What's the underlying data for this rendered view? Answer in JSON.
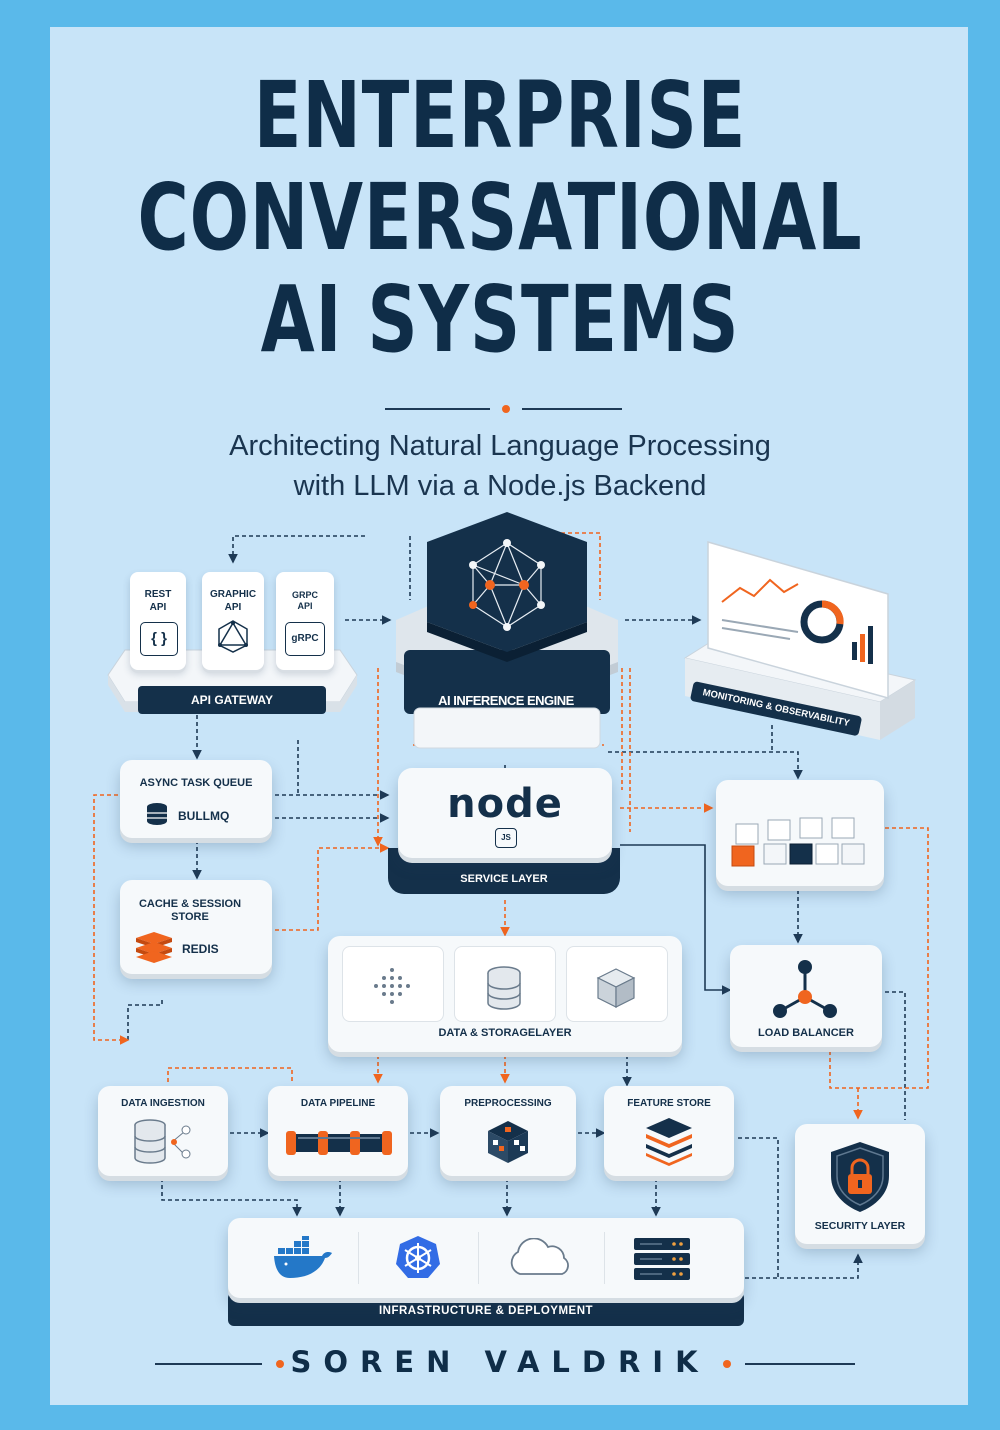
{
  "title": {
    "line1": "ENTERPRISE",
    "line2": "CONVERSATIONAL",
    "line3": "AI SYSTEMS"
  },
  "subtitle": {
    "line1": "Architecting Natural Language Processing",
    "line2": "with LLM via a Node.js Backend"
  },
  "author": "SOREN VALDRIK",
  "diagram": {
    "api_gateway": {
      "label": "API GATEWAY",
      "rest": "REST\nAPI",
      "graphql": "GRAPHIC\nAPI",
      "grpc": "GRPC\nAPI",
      "rest_symbol": "{ }",
      "grpc_symbol": "gRPC"
    },
    "inference_engine": "AI INFERENCE ENGINE",
    "monitoring": "MONITORING & OBSERVABILITY",
    "task_queue": {
      "title": "ASYNC TASK QUEUE",
      "name": "BULLMQ"
    },
    "service_layer": {
      "label": "SERVICE LAYER",
      "logo": "node",
      "logo_sub": "JS"
    },
    "cache": {
      "title": "CACHE & SESSION\nSTORE",
      "name": "REDIS"
    },
    "data_storage": "DATA & STORAGELAYER",
    "load_balancer": "LOAD BALANCER",
    "data_ingestion": "DATA INGESTION",
    "data_pipeline": "DATA PIPELINE",
    "preprocessing": "PREPROCESSING",
    "feature_store": "FEATURE STORE",
    "security_layer": "SECURITY LAYER",
    "infrastructure": "INFRASTRUCTURE & DEPLOYMENT"
  },
  "colors": {
    "navy": "#14304a",
    "orange": "#f0651f",
    "background": "#c8e4f8",
    "border": "#5ab9ea"
  },
  "icons": [
    "braces-icon",
    "graphql-icon",
    "grpc-icon",
    "neural-network-icon",
    "dashboard-chart-icon",
    "database-icon",
    "redis-stack-icon",
    "node-logo-icon",
    "cubes-icon",
    "dots-grid-icon",
    "cube-icon",
    "load-balancer-icon",
    "pipeline-icon",
    "feature-layers-icon",
    "shield-lock-icon",
    "docker-whale-icon",
    "kubernetes-wheel-icon",
    "cloud-icon",
    "server-rack-icon"
  ]
}
